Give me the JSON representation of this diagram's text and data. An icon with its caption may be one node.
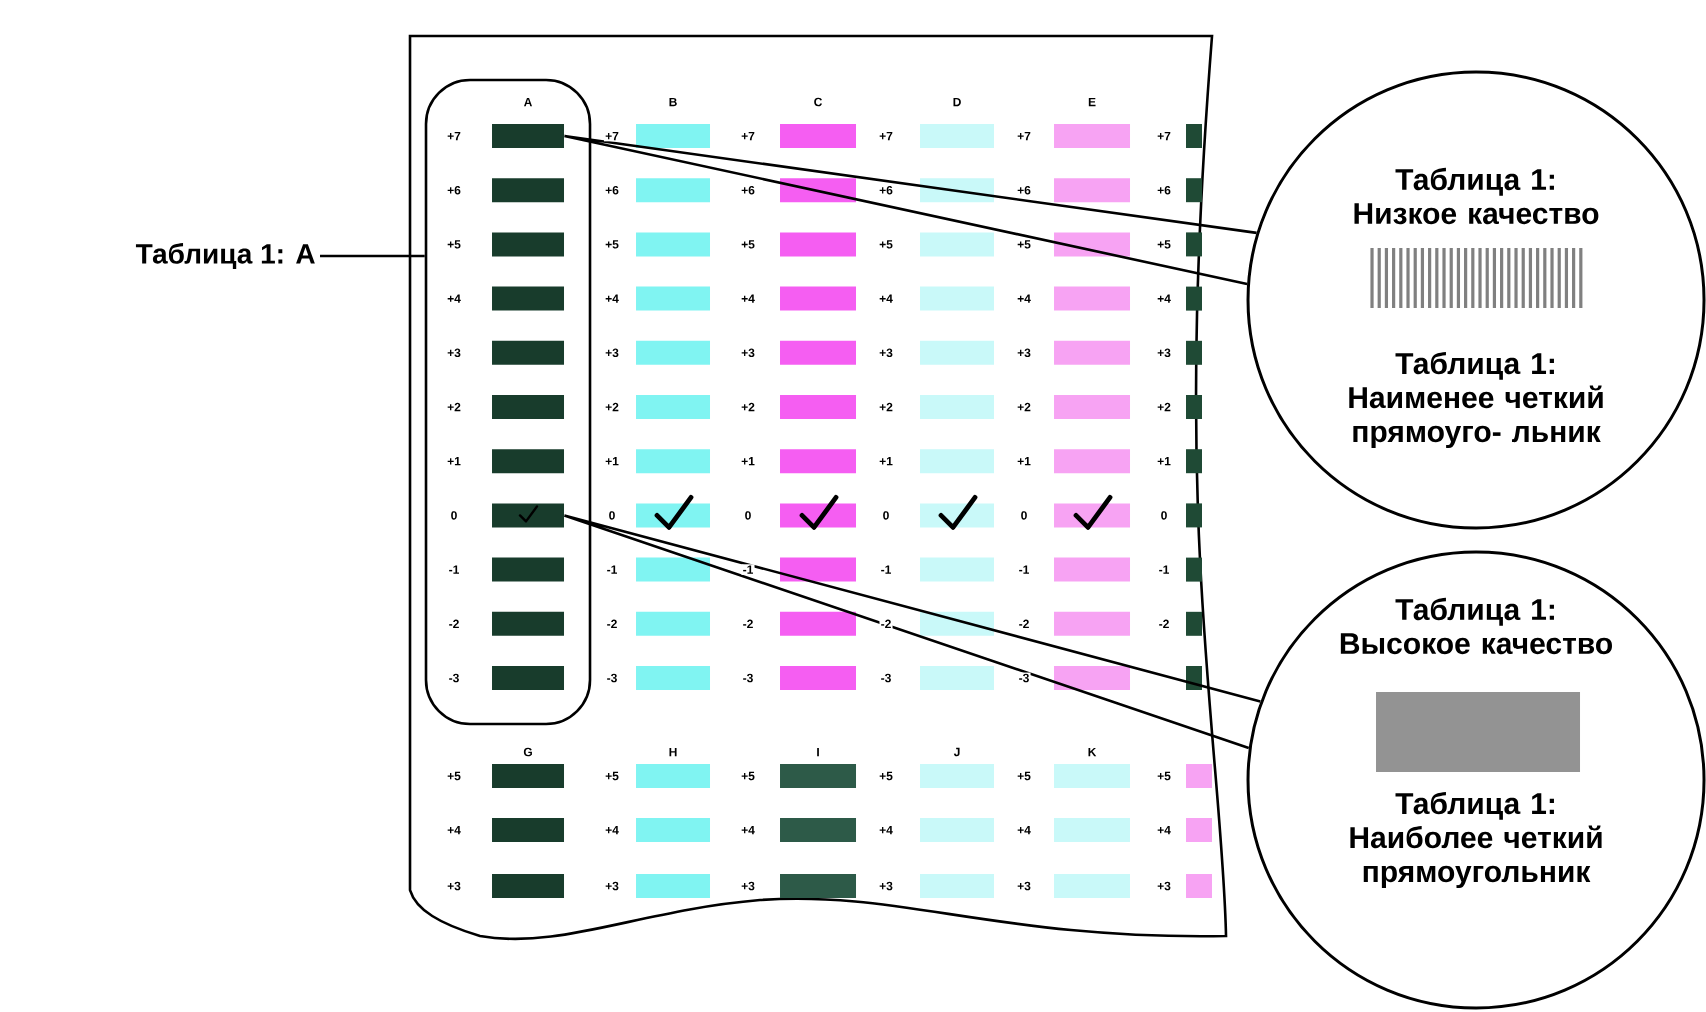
{
  "diagram": {
    "nodes": [
      {
        "text": [
          "Таблица 1: A"
        ]
      },
      {
        "text": [],
        "shape": "box"
      },
      {
        "text": [
          "Таблица 1: Низкое качество",
          "Таблица 1: Наименее четкий прямоуго- льник"
        ]
      },
      {
        "text": [
          "Таблица 1: Высокое качество",
          "Таблица 1: Наиболее четкий прямоугольник"
        ]
      },
      {
        "text": [],
        "shape": "box",
        "in": 1
      },
      {
        "text": [],
        "shape": "box",
        "in": 1
      },
      {
        "text": [],
        "shape": "box",
        "in": 1
      },
      {
        "text": [],
        "shape": "box",
        "in": 1
      },
      {
        "text": [],
        "shape": "box",
        "in": 1
      },
      {
        "text": [],
        "shape": "box",
        "in": 1
      },
      {
        "text": [],
        "shape": "box",
        "in": 1
      },
      {
        "text": [],
        "shape": "box",
        "in": 1
      },
      {
        "text": [],
        "shape": "box",
        "in": 1
      },
      {
        "text": [],
        "shape": "box",
        "in": 1
      },
      {
        "text": [],
        "shape": "box",
        "in": 1
      },
      {
        "text": [],
        "shape": "box"
      },
      {
        "text": [],
        "shape": "box"
      },
      {
        "text": [],
        "shape": "box"
      }
    ],
    "edges": [
      {
        "from": 0,
        "to": 1,
        "arrow": "none"
      },
      {
        "from": 4,
        "to": 2,
        "arrow": "none"
      },
      {
        "from": 11,
        "to": 3,
        "arrow": "none"
      }
    ],
    "labels": [
      "A",
      "B",
      "C",
      "D",
      "E",
      "+7",
      "+7",
      "+7",
      "+7",
      "+7",
      "+7",
      "+6",
      "+6",
      "+6",
      "+6",
      "+6",
      "+6",
      "+5",
      "+5",
      "+5",
      "+5",
      "+5",
      "+5",
      "+4",
      "+4",
      "+4",
      "+4",
      "+4",
      "+4",
      "+3",
      "+3",
      "+3",
      "+3",
      "+3",
      "+3",
      "+2",
      "+2",
      "+2",
      "+2",
      "+2",
      "+2",
      "+1",
      "+1",
      "+1",
      "+1",
      "+1",
      "+1",
      "0",
      "0",
      "0",
      "0",
      "0",
      "0",
      "-1",
      "-1",
      "-1",
      "-1",
      "-1",
      "-1",
      "-2",
      "-2",
      "-2",
      "-2",
      "-2",
      "-2",
      "-3",
      "-3",
      "-3",
      "-3",
      "-3",
      "G",
      "H",
      "I",
      "J",
      "K",
      "+5",
      "+5",
      "+5",
      "+5",
      "+5",
      "+5",
      "+4",
      "+4",
      "+4",
      "+4",
      "+4",
      "+4",
      "+3",
      "+3",
      "+3",
      "+3",
      "+3",
      "+3"
    ]
  }
}
